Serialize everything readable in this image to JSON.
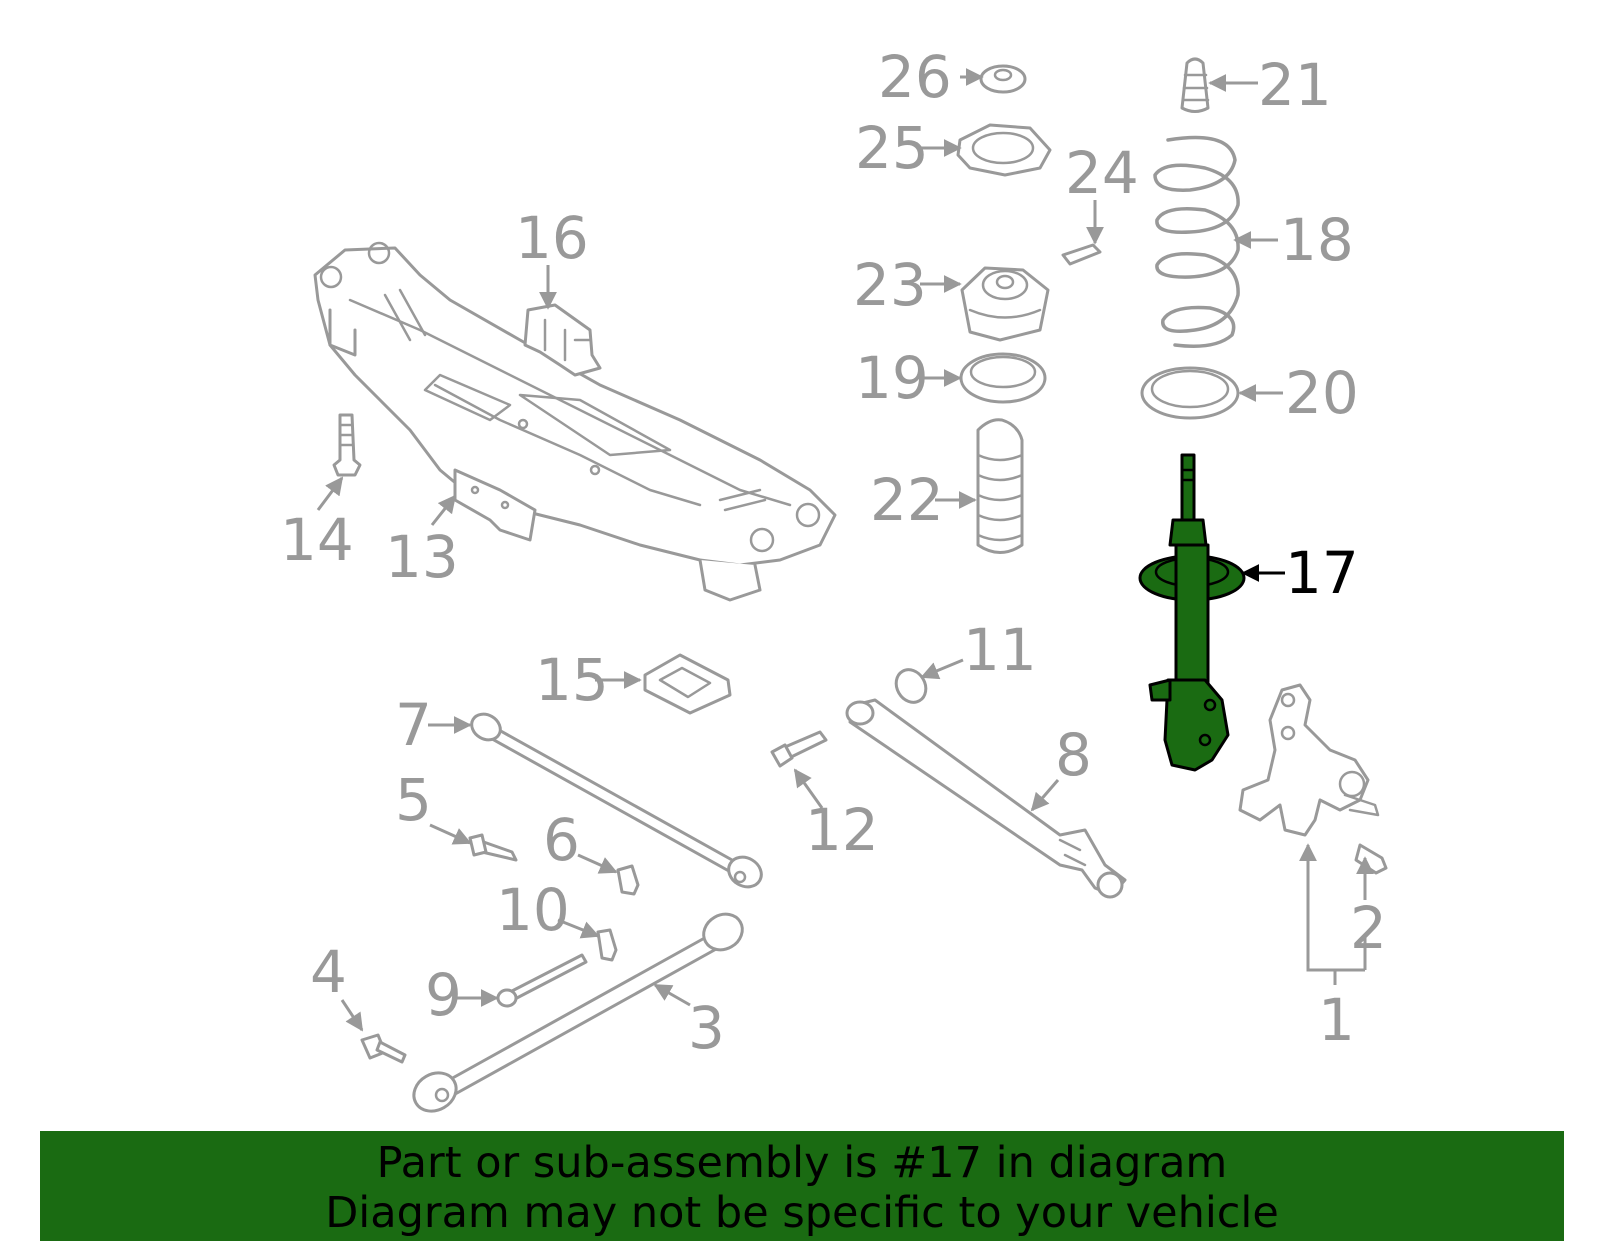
{
  "diagram": {
    "highlighted_part": "17",
    "callouts": [
      "1",
      "2",
      "3",
      "4",
      "5",
      "6",
      "7",
      "8",
      "9",
      "10",
      "11",
      "12",
      "13",
      "14",
      "15",
      "16",
      "17",
      "18",
      "19",
      "20",
      "21",
      "22",
      "23",
      "24",
      "25",
      "26"
    ]
  },
  "colors": {
    "highlight": "#1a6b12",
    "line": "#999999",
    "banner": "#1a6b12"
  },
  "banner": {
    "line1": "Part or sub-assembly is #17 in diagram",
    "line2": "Diagram may not be specific to your vehicle"
  }
}
